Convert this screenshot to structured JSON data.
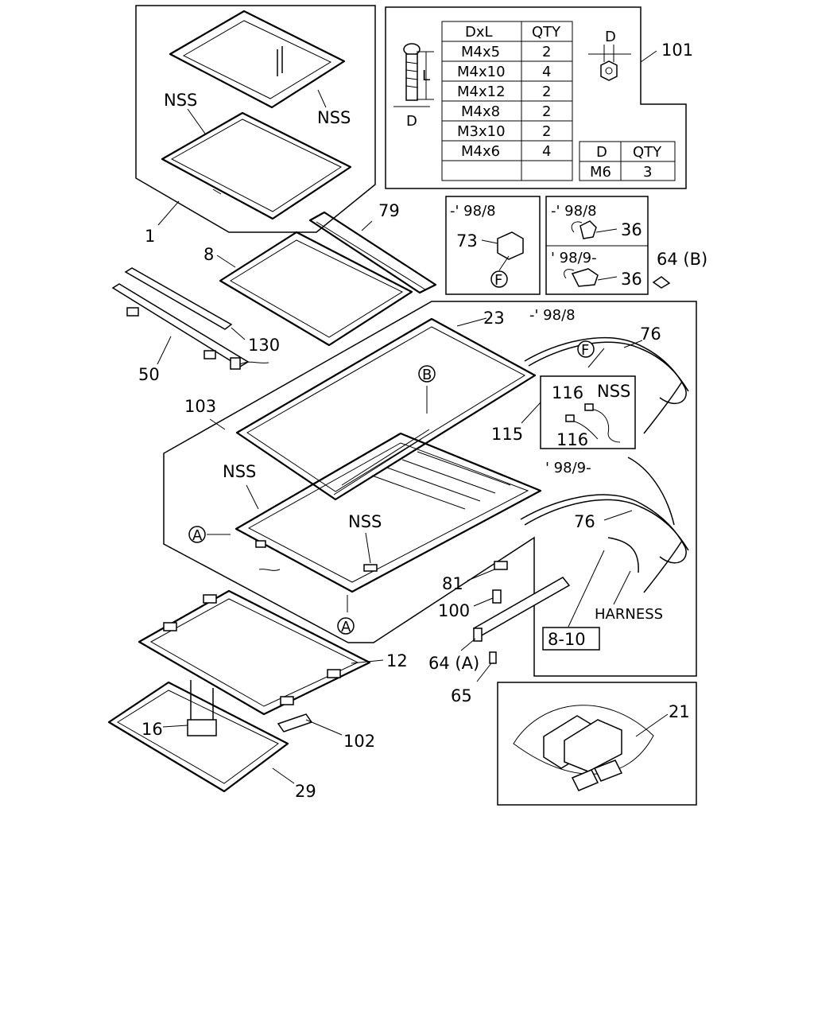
{
  "labels": {
    "p1": "1",
    "nss_a": "NSS",
    "nss_b": "NSS",
    "p79": "79",
    "p8": "8",
    "p130": "130",
    "p50": "50",
    "p23": "23",
    "p103": "103",
    "nss_c": "NSS",
    "nss_d": "NSS",
    "circ_b": "B",
    "circ_a1": "A",
    "circ_a2": "A",
    "circ_f1": "F",
    "circ_f2": "F",
    "p101": "101",
    "p73": "73",
    "p36a": "36",
    "p36b": "36",
    "p64b": "64 (B)",
    "date_a": "-' 98/8",
    "date_b": "-' 98/8",
    "date_c": "' 98/9-",
    "date_d": "-' 98/8",
    "date_e": "' 98/9-",
    "p76a": "76",
    "p76b": "76",
    "p116a": "116",
    "p116b": "116",
    "nss_e": "NSS",
    "p115": "115",
    "p81": "81",
    "p100": "100",
    "p64a": "64 (A)",
    "p65": "65",
    "harness": "HARNESS",
    "ref810": "8-10",
    "p12": "12",
    "p16": "16",
    "p102": "102",
    "p29": "29",
    "p21": "21",
    "dim_d": "D",
    "dim_l": "L",
    "dim_d2": "D"
  },
  "screw_table": {
    "headers": [
      "DxL",
      "QTY"
    ],
    "rows": [
      [
        "M4x5",
        "2"
      ],
      [
        "M4x10",
        "4"
      ],
      [
        "M4x12",
        "2"
      ],
      [
        "M4x8",
        "2"
      ],
      [
        "M3x10",
        "2"
      ],
      [
        "M4x6",
        "4"
      ],
      [
        "",
        ""
      ]
    ]
  },
  "nut_table": {
    "headers": [
      "D",
      "QTY"
    ],
    "rows": [
      [
        "M6",
        "3"
      ]
    ]
  }
}
